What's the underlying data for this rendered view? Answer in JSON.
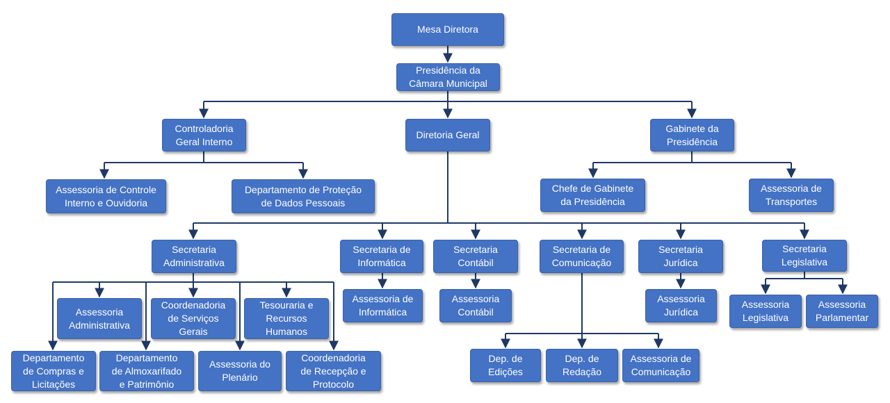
{
  "colors": {
    "box_fill": "#4472c4",
    "connector": "#1f3864",
    "text": "#ffffff"
  },
  "nodes": {
    "mesa": "Mesa Diretora",
    "presidencia": "Presidência da\nCâmara Municipal",
    "controladoria": "Controladoria\nGeral Interno",
    "diretoria": "Diretoria Geral",
    "gabinete": "Gabinete da\nPresidência",
    "ass_controle": "Assessoria de Controle\nInterno  e Ouvidoria",
    "dep_protecao": "Departamento  de Proteção\nde Dados Pessoais",
    "chefe_gabinete": "Chefe de Gabinete\nda Presidência",
    "ass_transportes": "Assessoria de\nTransportes",
    "sec_admin": "Secretaria\nAdministrativa",
    "sec_informatica": "Secretaria de\nInformática",
    "sec_contabil": "Secretaria\nContábil",
    "sec_comunicacao": "Secretaria de\nComunicação",
    "sec_juridica": "Secretaria\nJurídica",
    "sec_legislativa": "Secretaria\nLegislativa",
    "ass_administrativa": "Assessoria\nAdministrativa",
    "coord_servicos": "Coordenadoria\nde Serviços\nGerais",
    "tesouraria": "Tesouraria  e\nRecursos\nHumanos",
    "ass_informatica": "Assessoria de\nInformática",
    "ass_contabil": "Assessoria\nContábil",
    "ass_juridica": "Assessoria\nJurídica",
    "ass_legislativa": "Assessoria\nLegislativa",
    "ass_parlamentar": "Assessoria\nParlamentar",
    "dep_compras": "Departamento\nde Compras e\nLicitações",
    "dep_almox": "Departamento\nde Almoxarifado\ne Patrimônio",
    "ass_plenario": "Assessoria do\nPlenário",
    "coord_recepcao": "Coordenadoria\nde Recepção e\nProtocolo",
    "dep_edicoes": "Dep. de\nEdições",
    "dep_redacao": "Dep. de\nRedação",
    "ass_comunicacao": "Assessoria de\nComunicação"
  }
}
